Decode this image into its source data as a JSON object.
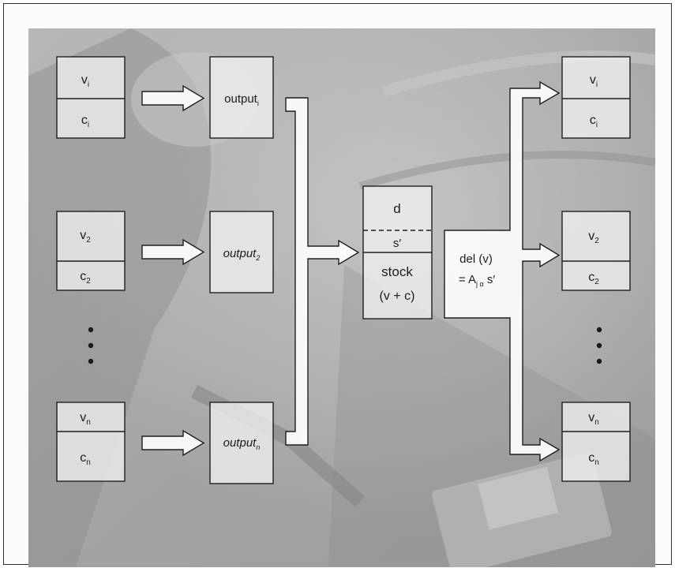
{
  "diagram": {
    "producers": [
      {
        "v": "v",
        "v_sub": "i",
        "c": "c",
        "c_sub": "i",
        "output": "output",
        "output_sub": "i",
        "output_italic": false
      },
      {
        "v": "v",
        "v_sub": "2",
        "c": "c",
        "c_sub": "2",
        "output": "output",
        "output_sub": "2",
        "output_italic": true
      },
      {
        "v": "v",
        "v_sub": "n",
        "c": "c",
        "c_sub": "n",
        "output": "output",
        "output_sub": "n",
        "output_italic": true
      }
    ],
    "pool": {
      "d": "d",
      "s_prime": "s′",
      "stock_line1": "stock",
      "stock_line2": "(v + c)"
    },
    "distribution": {
      "line1": "del (v)",
      "line2_prefix": "= A",
      "line2_sub": "j α",
      "line2_suffix": " s′"
    },
    "recipients": [
      {
        "v": "v",
        "v_sub": "i",
        "c": "c",
        "c_sub": "i"
      },
      {
        "v": "v",
        "v_sub": "2",
        "c": "c",
        "c_sub": "2"
      },
      {
        "v": "v",
        "v_sub": "n",
        "c": "c",
        "c_sub": "n"
      }
    ],
    "colors": {
      "line": "#1f1f1f",
      "box_fill": "#efefef",
      "photo_tone": "#a9a9a9"
    }
  }
}
